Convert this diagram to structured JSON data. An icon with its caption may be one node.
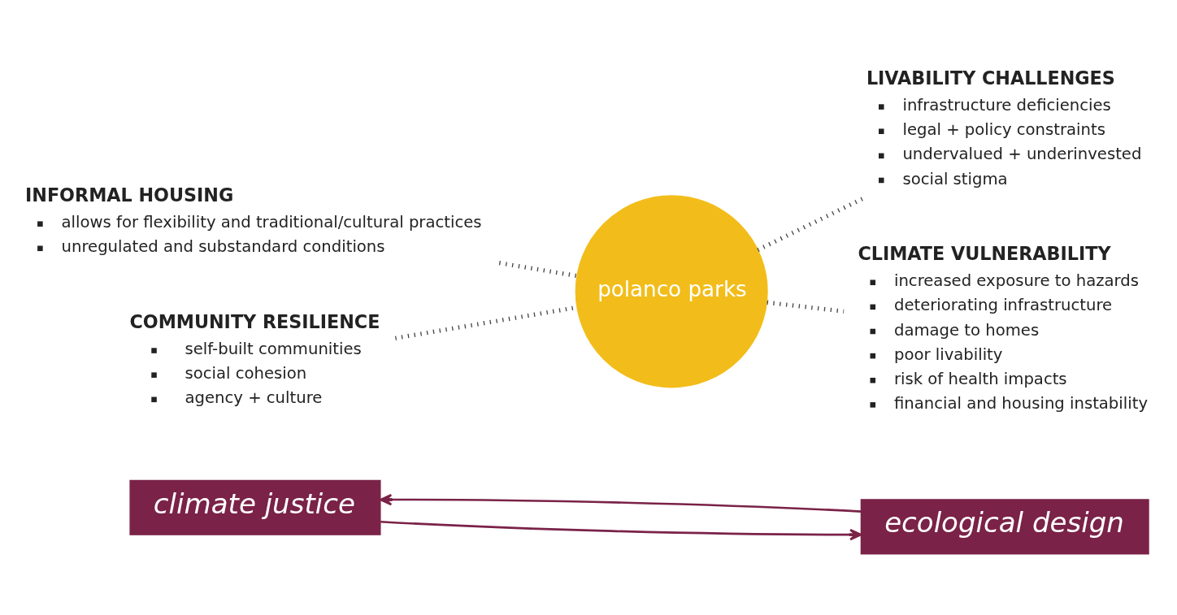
{
  "diagram": {
    "nodes": [
      {
        "text": [
          "climate justice"
        ]
      },
      {
        "text": [
          "INFORMAL HOUSING",
          "allows for flexibility and traditional/cultural practices",
          "unregulated and substandard conditions"
        ]
      },
      {
        "text": [
          "LIVABILITY CHALLENGES",
          "infrastructure deficiencies",
          "legal + policy constraints",
          "undervalued + underinvested",
          "social stigma"
        ]
      },
      {
        "text": [
          "polanco parks"
        ]
      },
      {
        "text": [
          "CLIMATE VULNERABILITY",
          "increased exposure to hazards",
          "deteriorating infrastructure",
          "damage to homes",
          "poor livability",
          "risk of health impacts",
          "financial and housing instability"
        ]
      },
      {
        "text": [
          "COMMUNITY RESILIENCE",
          "self-built communities",
          "social cohesion",
          "agency + culture"
        ]
      },
      {
        "text": [
          "ecological design"
        ]
      }
    ],
    "edges": [
      {
        "from": 6,
        "to": 0,
        "arrow": "to",
        "color": "#7a2248"
      },
      {
        "from": 0,
        "to": 6,
        "arrow": "to",
        "color": "#7a2248"
      },
      {
        "from": 3,
        "to": 1,
        "arrow": "none",
        "style": "dashed"
      },
      {
        "from": 3,
        "to": 2,
        "arrow": "none",
        "style": "dashed"
      },
      {
        "from": 3,
        "to": 4,
        "arrow": "none",
        "style": "dashed"
      },
      {
        "from": 3,
        "to": 5,
        "arrow": "none",
        "style": "dashed"
      }
    ]
  }
}
